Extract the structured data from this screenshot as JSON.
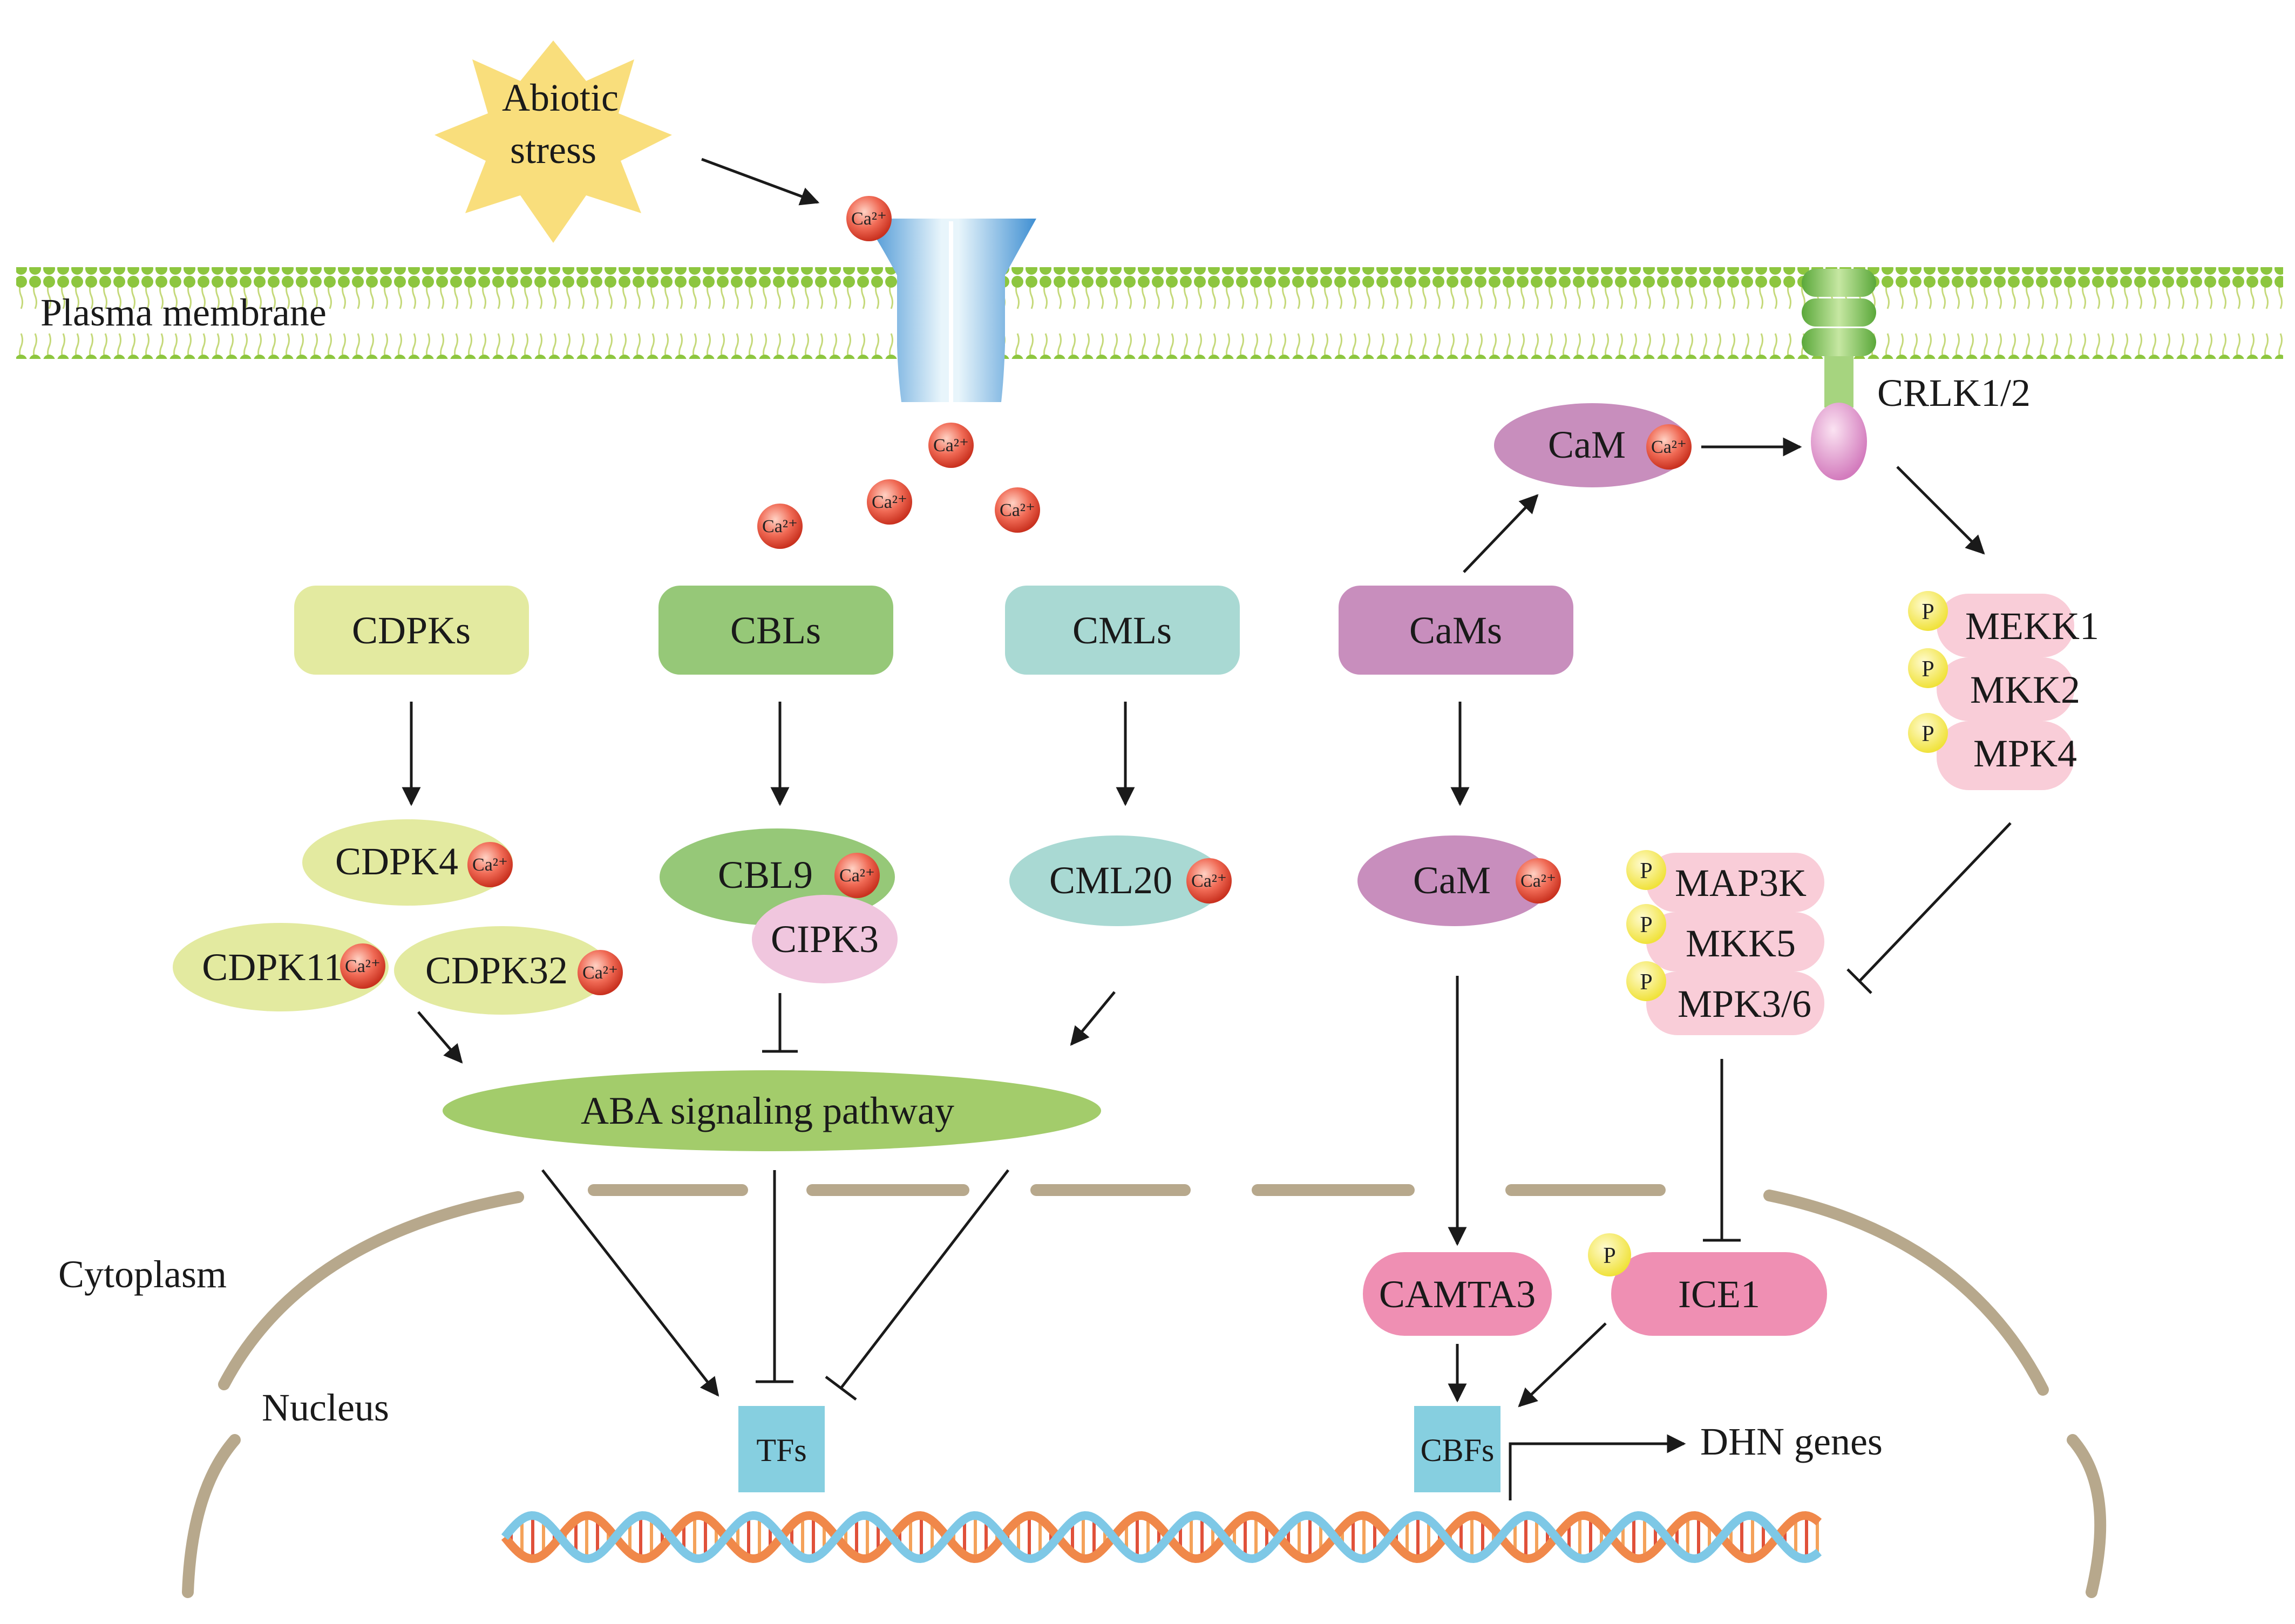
{
  "stress": {
    "line1": "Abiotic",
    "line2": "stress"
  },
  "membrane": {
    "label": "Plasma membrane",
    "receptor": "CRLK1/2"
  },
  "calcium": {
    "ion": "Ca²⁺"
  },
  "sensors": {
    "cdpks": "CDPKs",
    "cbls": "CBLs",
    "cmls": "CMLs",
    "cams": "CaMs"
  },
  "proteins": {
    "cdpk4": "CDPK4",
    "cdpk11": "CDPK11",
    "cdpk32": "CDPK32",
    "cbl9": "CBL9",
    "cipk3": "CIPK3",
    "cml20": "CML20",
    "cam_lower": "CaM",
    "cam_upper": "CaM"
  },
  "mapk": {
    "phospho": "P",
    "cascade1": [
      "MEKK1",
      "MKK2",
      "MPK4"
    ],
    "cascade2": [
      "MAP3K",
      "MKK5",
      "MPK3/6"
    ]
  },
  "aba": "ABA signaling pathway",
  "compartments": {
    "cytoplasm": "Cytoplasm",
    "nucleus": "Nucleus"
  },
  "nuclear": {
    "camta3": "CAMTA3",
    "ice1": "ICE1",
    "tfs": "TFs",
    "cbfs": "CBFs",
    "dhn": "DHN genes"
  },
  "colors": {
    "cdpk": "#e3eaa0",
    "cbl": "#96c878",
    "cipk": "#f0c6de",
    "cml": "#a9d9d3",
    "cam": "#c88ebd",
    "mapk": "#f9cdd8",
    "camta": "#ef8fb3",
    "box": "#86cfe0",
    "membrane": "#8dc63f",
    "envelope": "#b7a88c"
  }
}
